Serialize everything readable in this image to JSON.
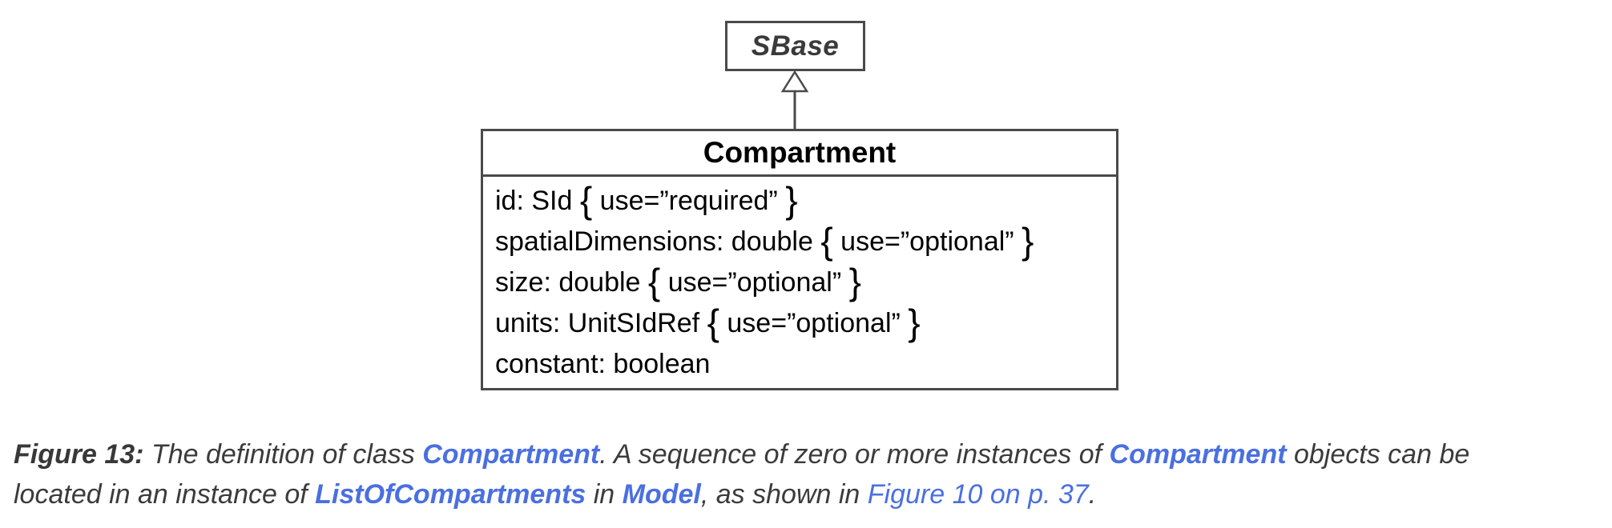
{
  "diagram": {
    "superclass": {
      "name": "SBase"
    },
    "relationship": "generalization",
    "compartment": {
      "title": "Compartment",
      "brace_open": "{",
      "brace_close": "}",
      "attributes": [
        {
          "name": "id: SId",
          "constraint": "use=”required”"
        },
        {
          "name": "spatialDimensions: double",
          "constraint": "use=”optional”"
        },
        {
          "name": "size: double",
          "constraint": "use=”optional”"
        },
        {
          "name": "units: UnitSIdRef",
          "constraint": "use=”optional”"
        },
        {
          "name": "constant: boolean",
          "constraint": null
        }
      ]
    },
    "line_color": "#4a4a4a"
  },
  "caption": {
    "accent_color": "#4a6fe0",
    "lines": [
      [
        {
          "text": "Figure 13: ",
          "style": "label"
        },
        {
          "text": "The definition of class ",
          "style": "plain"
        },
        {
          "text": "Compartment",
          "style": "class"
        },
        {
          "text": ". A sequence of zero or more instances of ",
          "style": "plain"
        },
        {
          "text": "Compartment",
          "style": "class"
        },
        {
          "text": " objects can be",
          "style": "plain"
        }
      ],
      [
        {
          "text": "located in an instance of ",
          "style": "plain"
        },
        {
          "text": "ListOfCompartments",
          "style": "class"
        },
        {
          "text": " in ",
          "style": "plain"
        },
        {
          "text": "Model",
          "style": "class"
        },
        {
          "text": ", as shown in ",
          "style": "plain"
        },
        {
          "text": "Figure 10 on p. 37",
          "style": "link"
        },
        {
          "text": ".",
          "style": "plain"
        }
      ]
    ]
  }
}
